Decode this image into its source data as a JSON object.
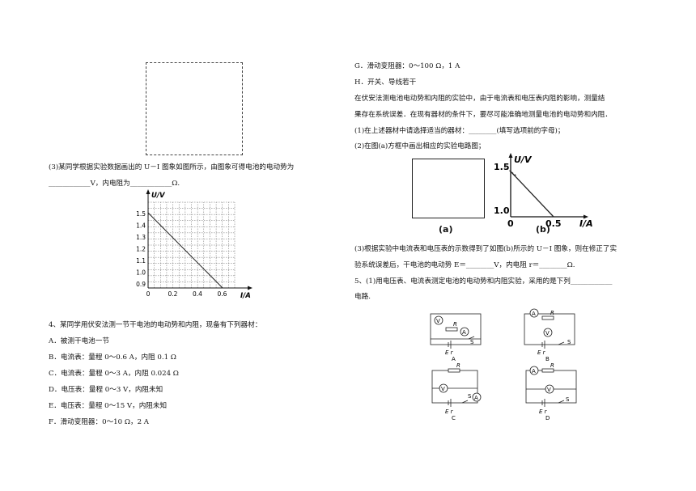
{
  "left": {
    "q3_line1": "(3)某同学根据实验数据画出的 U－I 图象如图所示，由图象可得电池的电动势为",
    "q3_line2": "____________V，内电阻为____________Ω.",
    "graph": {
      "ylabel": "U/V",
      "xlabel": "I/A",
      "yticks": [
        "1.5",
        "1.4",
        "1.3",
        "1.2",
        "1.1",
        "1.0",
        "0.9"
      ],
      "xticks": [
        "0",
        "0.2",
        "0.4",
        "0.6"
      ]
    },
    "q4_intro": "4、某同学用伏安法测一节干电池的电动势和内阻，现备有下列器材：",
    "items": [
      "A．被测干电池一节",
      "B．电流表：量程 0～0.6 A，内阻 0.1 Ω",
      "C．电流表：量程 0～3 A，内阻 0.024 Ω",
      "D．电压表：量程 0～3 V，内阻未知",
      "E．电压表：量程 0～15 V，内阻未知",
      "F．滑动变阻器：0～10 Ω，2 A"
    ]
  },
  "right": {
    "item_g": "G．滑动变阻器：0～100 Ω，1 A",
    "item_h": "H．开关、导线若干",
    "para1": "在伏安法测电池电动势和内阻的实验中，由于电流表和电压表内阻的影响，测量结",
    "para2": "果存在系统误差．在现有器材的条件下，要尽可能准确地测量电池的电动势和内阻．",
    "q1": "(1)在上述器材中请选择适当的器材：________(填写选项前的字母)；",
    "q2": "(2)在图(a)方框中画出相应的实验电路图；",
    "fig_a_label": "(a)",
    "fig_b_label": "(b)",
    "fig_b": {
      "ylabel": "U/V",
      "xlabel": "I/A",
      "y_top": "1.5",
      "y_bottom": "1.0",
      "x_origin": "0",
      "x_mid": "0.5"
    },
    "q3_line1": "(3)根据实验中电流表和电压表的示数得到了如图(b)所示的 U－I 图象，则在修正了实",
    "q3_line2": "验系统误差后，干电池的电动势 E＝________V，内电阻 r＝________Ω.",
    "q5_line1": "5、(1)用电压表、电流表测定电池的电动势和内阻实验，采用的是下列____________",
    "q5_line2": "电路.",
    "circuits": [
      {
        "label": "A",
        "meter_top": "V",
        "meter_side": "A",
        "R": "R",
        "battery": "E r",
        "switch": "S"
      },
      {
        "label": "B",
        "meter_top": "A",
        "meter_mid": "V",
        "R": "R",
        "battery": "E r",
        "switch": "S"
      },
      {
        "label": "C",
        "meter_mid": "V",
        "meter_side": "A",
        "R": "R",
        "battery": "E r",
        "switch": "S"
      },
      {
        "label": "D",
        "meter_top": "A",
        "meter_mid": "V",
        "R": "R",
        "battery": "E r",
        "switch": "S"
      }
    ]
  }
}
